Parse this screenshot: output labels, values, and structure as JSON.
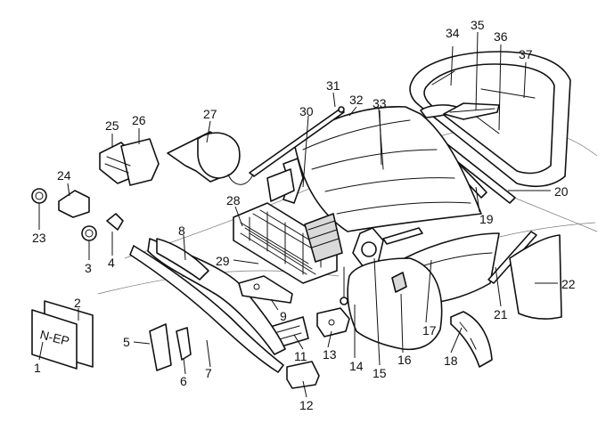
{
  "diagram": {
    "callouts": [
      {
        "id": "1",
        "label": "1"
      },
      {
        "id": "2",
        "label": "2"
      },
      {
        "id": "3",
        "label": "3"
      },
      {
        "id": "4",
        "label": "4"
      },
      {
        "id": "5",
        "label": "5"
      },
      {
        "id": "6",
        "label": "6"
      },
      {
        "id": "7",
        "label": "7"
      },
      {
        "id": "8",
        "label": "8"
      },
      {
        "id": "9",
        "label": "9"
      },
      {
        "id": "11",
        "label": "11"
      },
      {
        "id": "12",
        "label": "12"
      },
      {
        "id": "13",
        "label": "13"
      },
      {
        "id": "14",
        "label": "14"
      },
      {
        "id": "15",
        "label": "15"
      },
      {
        "id": "16",
        "label": "16"
      },
      {
        "id": "17",
        "label": "17"
      },
      {
        "id": "18",
        "label": "18"
      },
      {
        "id": "19",
        "label": "19"
      },
      {
        "id": "20",
        "label": "20"
      },
      {
        "id": "21",
        "label": "21"
      },
      {
        "id": "22",
        "label": "22"
      },
      {
        "id": "23",
        "label": "23"
      },
      {
        "id": "24",
        "label": "24"
      },
      {
        "id": "25",
        "label": "25"
      },
      {
        "id": "26",
        "label": "26"
      },
      {
        "id": "27",
        "label": "27"
      },
      {
        "id": "28",
        "label": "28"
      },
      {
        "id": "29",
        "label": "29"
      },
      {
        "id": "30",
        "label": "30"
      },
      {
        "id": "31",
        "label": "31"
      },
      {
        "id": "32",
        "label": "32"
      },
      {
        "id": "33",
        "label": "33"
      },
      {
        "id": "34",
        "label": "34"
      },
      {
        "id": "35",
        "label": "35"
      },
      {
        "id": "36",
        "label": "36"
      },
      {
        "id": "37",
        "label": "37"
      }
    ],
    "plate_text": "N-EP"
  }
}
